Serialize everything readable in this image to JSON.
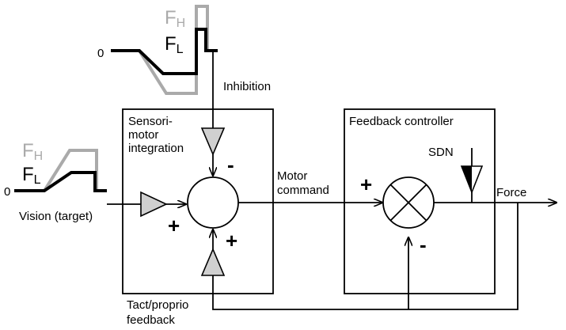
{
  "top_waveform": {
    "zero_label": "0",
    "fh_letter": "F",
    "fh_sub": "H",
    "fl_letter": "F",
    "fl_sub": "L",
    "fh_color": "#aaaaaa",
    "fl_color": "#000000"
  },
  "left_waveform": {
    "zero_label": "0",
    "fh_letter": "F",
    "fh_sub": "H",
    "fl_letter": "F",
    "fl_sub": "L",
    "fh_color": "#aaaaaa",
    "fl_color": "#000000"
  },
  "sensorimotor_box": {
    "title_lines": [
      "Sensori-",
      "motor",
      "integration"
    ]
  },
  "feedback_box": {
    "title": "Feedback controller"
  },
  "labels": {
    "inhibition": "Inhibition",
    "vision": "Vision (target)",
    "motor_command_lines": [
      "Motor",
      "command"
    ],
    "sdn": "SDN",
    "force": "Force",
    "tact_lines": [
      "Tact/proprio",
      "feedback"
    ]
  },
  "signs": {
    "inhibition_sign": "-",
    "vision_sign": "+",
    "tact_sign": "+",
    "motor_in_sign": "+",
    "feedback_sign": "-"
  },
  "colors": {
    "triangle_fill": "#d0d0d0",
    "line": "#000000"
  }
}
